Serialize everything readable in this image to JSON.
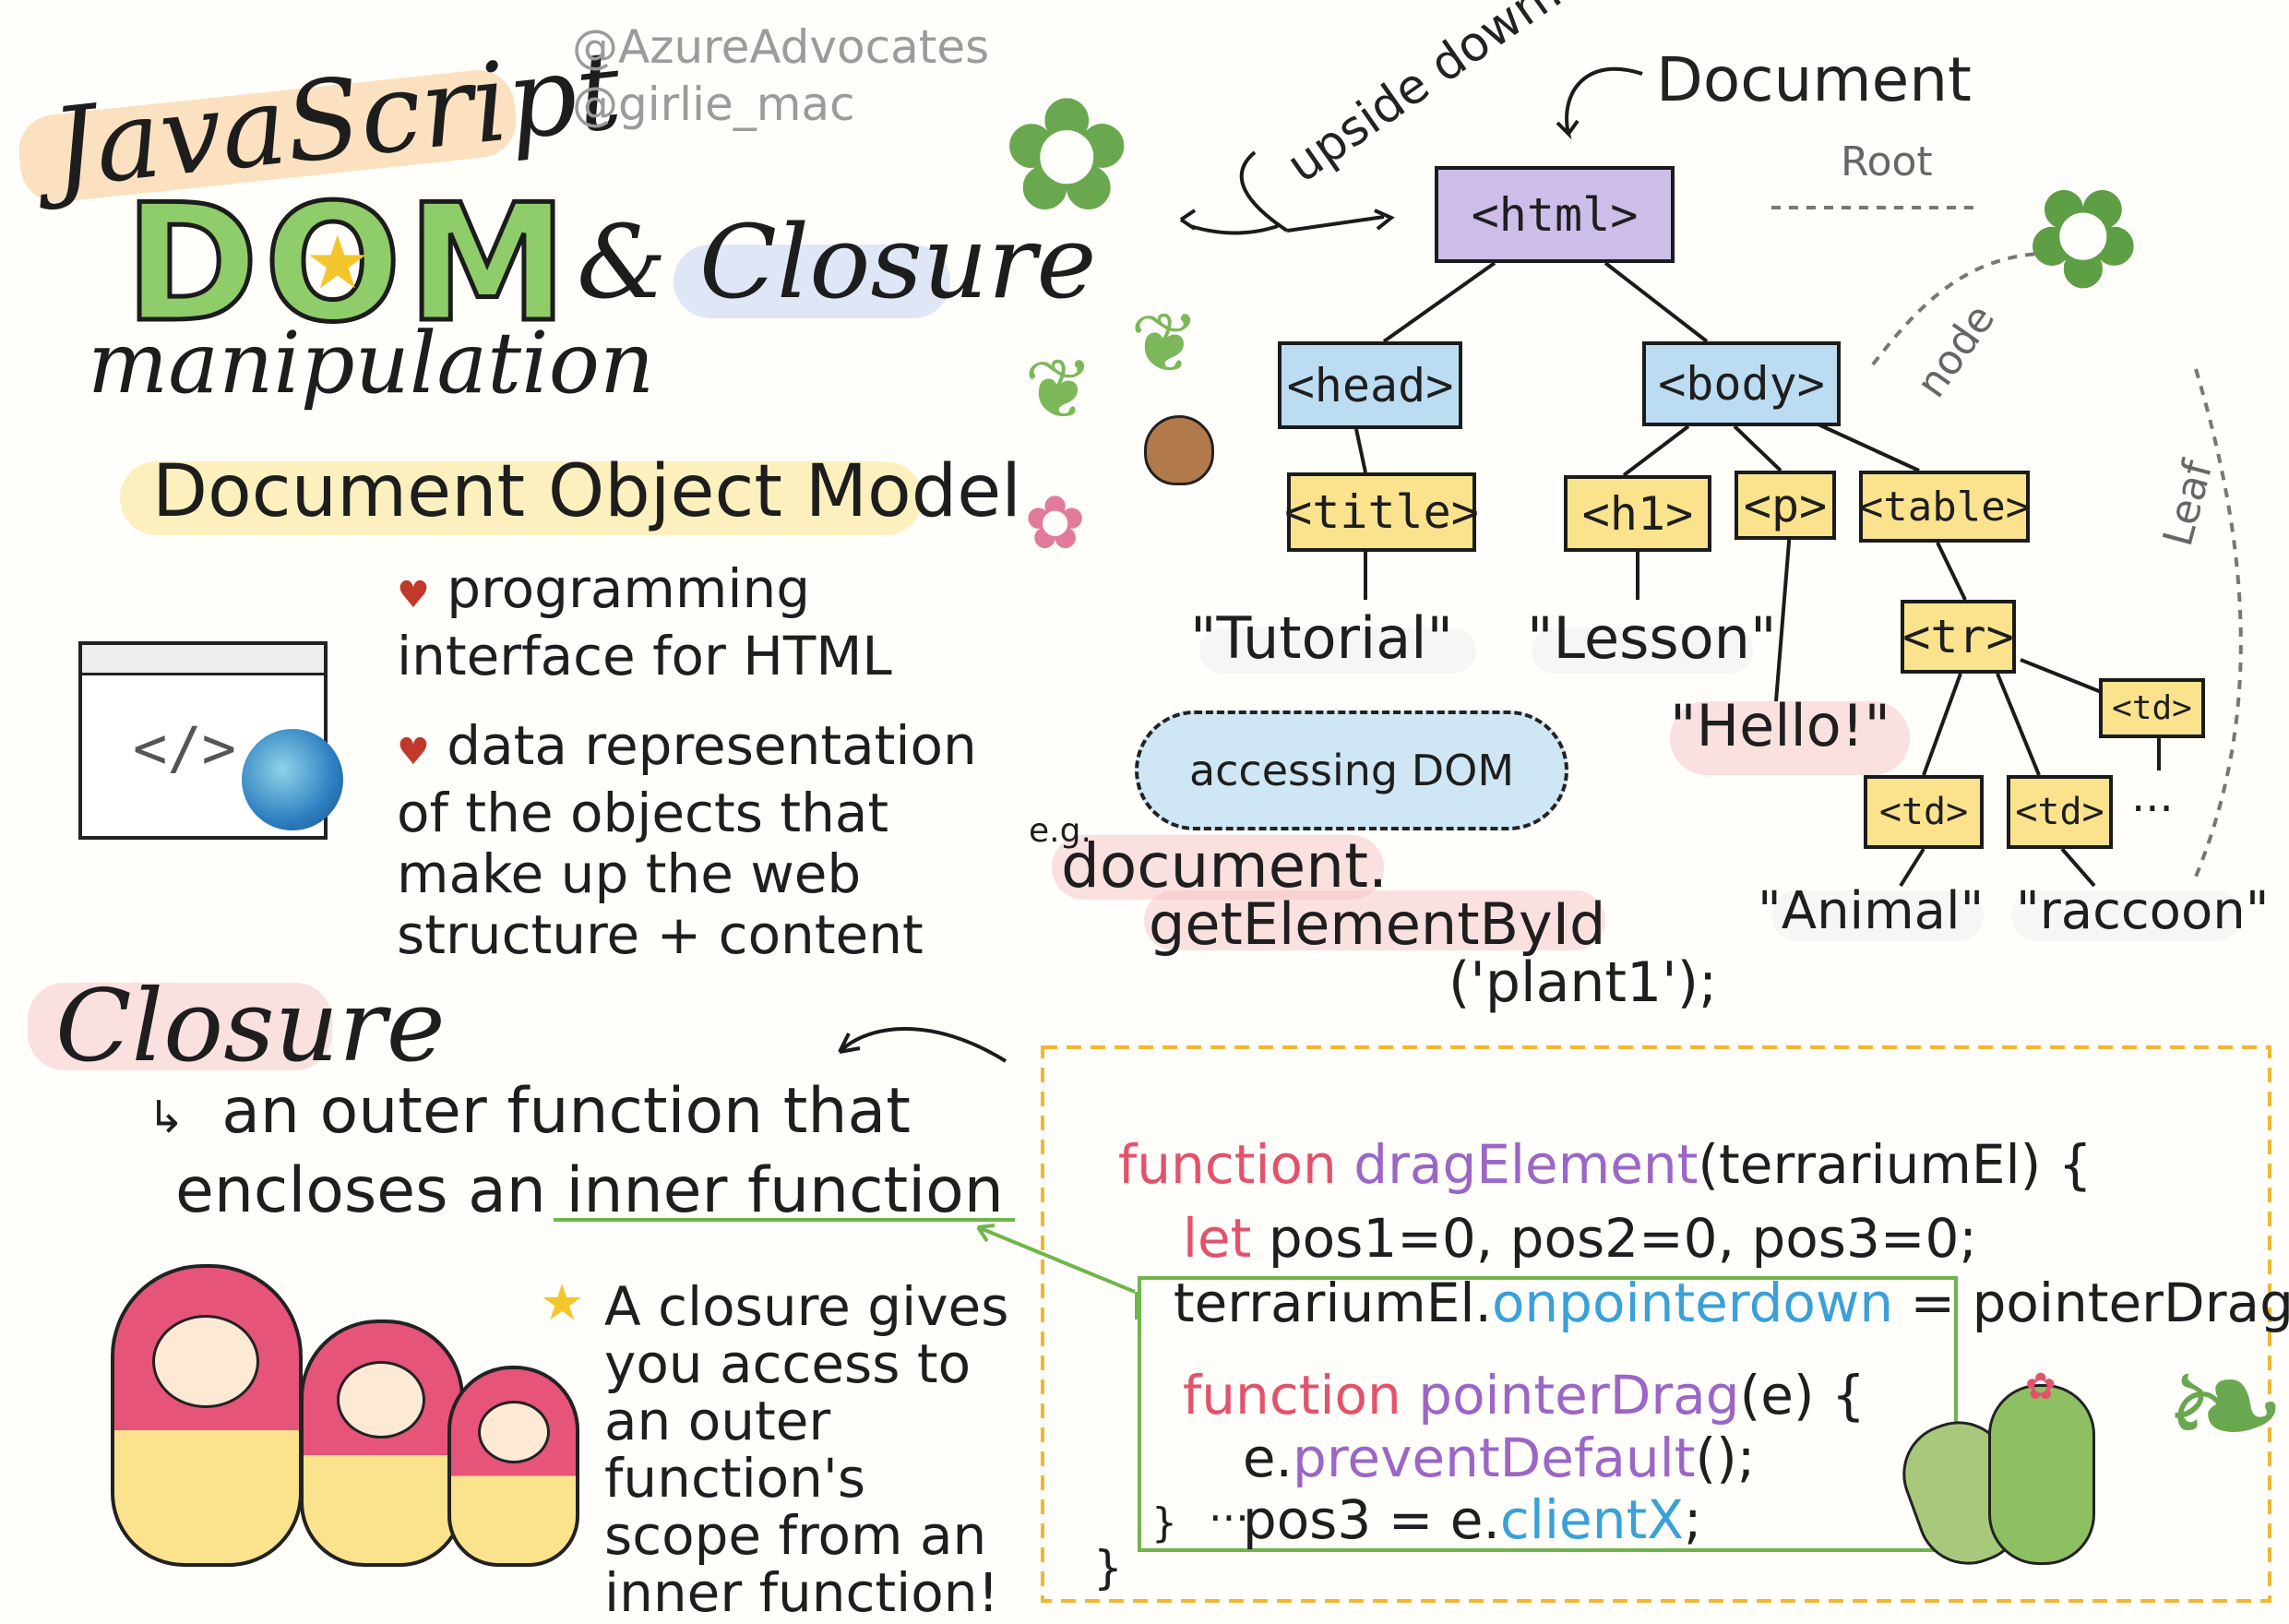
{
  "credits": {
    "line1": "@AzureAdvocates",
    "line2": "@girlie_mac"
  },
  "title": {
    "javascript": "JavaScript",
    "dom": "DOM",
    "and_closure": "& Closure",
    "manipulation": "manipulation",
    "dom_expansion": "Document Object Model"
  },
  "dom_bullets": [
    "programming interface for HTML",
    "data representation of the objects that make up the web structure + content"
  ],
  "tree": {
    "document_label": "Document",
    "upside_down": "upside down!",
    "root_label": "Root",
    "node_label": "node",
    "leaf_label": "Leaf",
    "nodes": {
      "html": "<html>",
      "head": "<head>",
      "body": "<body>",
      "title": "<title>",
      "h1": "<h1>",
      "p": "<p>",
      "table": "<table>",
      "tr": "<tr>",
      "td": "<td>"
    },
    "texts": {
      "tutorial": "\"Tutorial\"",
      "lesson": "\"Lesson\"",
      "hello": "\"Hello!\"",
      "animal": "\"Animal\"",
      "raccoon": "\"raccoon\"",
      "ellipsis": "..."
    }
  },
  "accessing": {
    "cloud": "accessing DOM",
    "eg": "e.g.",
    "line1": "document.",
    "line2": "getElementById",
    "line3": "('plant1');"
  },
  "closure": {
    "heading": "Closure",
    "def_part1": "an outer function that",
    "def_part2": "encloses an",
    "def_part3": "inner function",
    "note": "A closure gives you access to an outer function's scope from an inner function!"
  },
  "code": {
    "l1_kw": "function",
    "l1_fn": "dragElement",
    "l1_rest": "(terrariumEl) {",
    "l2_kw": "let",
    "l2_rest": "pos1=0, pos2=0, pos3=0;",
    "l3_a": "terrariumEl.",
    "l3_prop": "onpointerdown",
    "l3_rest": "= pointerDrag;",
    "l4_kw": "function",
    "l4_fn": "pointerDrag",
    "l4_rest": "(e) {",
    "l5_a": "e.",
    "l5_fn": "preventDefault",
    "l5_rest": "();",
    "l6_a": "pos3 = e.",
    "l6_prop": "clientX",
    "l6_rest": ";",
    "l7": "...",
    "inner_close": "}",
    "outer_close": "}"
  },
  "colors": {
    "orange_hl": "#f7c990",
    "green_hl": "#9fd07a",
    "purple_hl": "#c5b4e6",
    "yellow_hl": "#fbe38e",
    "pink_hl": "#f6c6c6",
    "blue_hl": "#bcdcf2",
    "keyword": "#e2536b",
    "function_name": "#9b66c6",
    "property": "#3aa0d8"
  }
}
